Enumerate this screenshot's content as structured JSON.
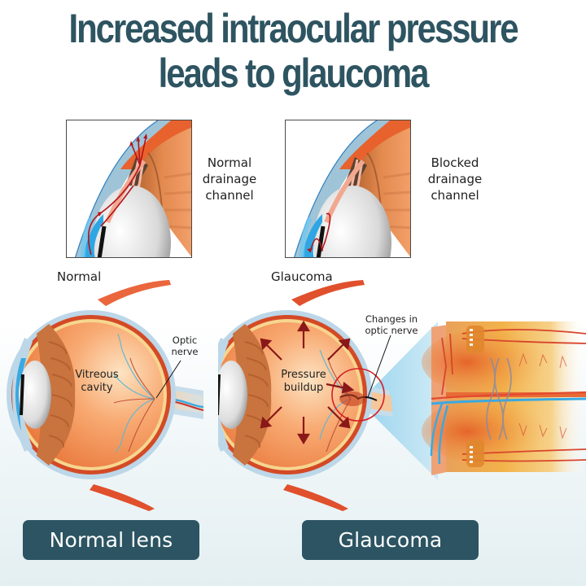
{
  "header": {
    "title_line1": "Increased intraocular pressure",
    "title_line2": "leads to glaucoma"
  },
  "insets": [
    {
      "caption_line1": "Normal",
      "caption_line2": "drainage",
      "caption_line3": "channel",
      "flow": "normal-drainage"
    },
    {
      "caption_line1": "Blocked",
      "caption_line2": "drainage",
      "caption_line3": "channel",
      "flow": "blocked-drainage"
    }
  ],
  "eyes": {
    "normal": {
      "heading": "Normal",
      "vitreous_line1": "Vitreous",
      "vitreous_line2": "cavity",
      "optic_line1": "Optic",
      "optic_line2": "nerve"
    },
    "glaucoma": {
      "heading": "Glaucoma",
      "pressure_line1": "Pressure",
      "pressure_line2": "buildup",
      "changes_line1": "Changes in",
      "changes_line2": "optic nerve"
    }
  },
  "buttons": {
    "normal_label": "Normal lens",
    "glaucoma_label": "Glaucoma"
  },
  "colors": {
    "title": "#2e5461",
    "button_bg": "#2c5462",
    "button_text": "#ffffff",
    "arrow": "#8a1818",
    "eye_orange": "#f28a4a",
    "cornea_blue": "#3aa9e0"
  }
}
